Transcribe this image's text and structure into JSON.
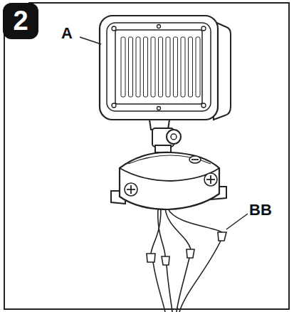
{
  "diagram": {
    "nodes": [
      {
        "text": [
          "2"
        ]
      }
    ],
    "labels": [
      "A",
      "BB"
    ]
  }
}
